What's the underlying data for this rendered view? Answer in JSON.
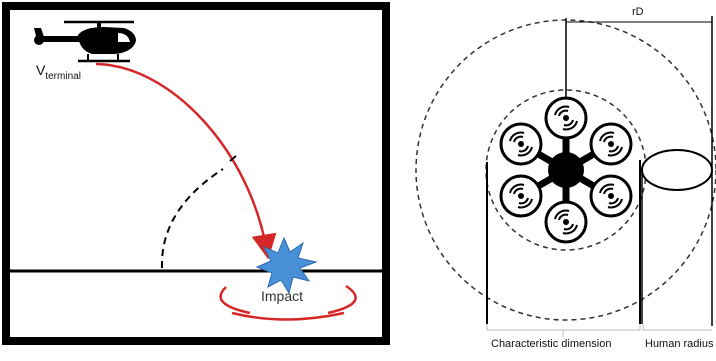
{
  "left_panel": {
    "velocity_label_main": "V",
    "velocity_label_sub": "terminal",
    "impact_label": "Impact",
    "colors": {
      "frame": "#000000",
      "trajectory": "#d62728",
      "impact_burst": "#4a90d9",
      "impact_ring": "#d62728",
      "ground": "#000000",
      "helicopter": "#000000"
    },
    "icons": [
      "helicopter-icon",
      "impact-burst-icon"
    ]
  },
  "right_panel": {
    "radius_label": "rD",
    "characteristic_label": "Characteristic dimension",
    "human_radius_label": "Human radius",
    "rotor_count": 6,
    "colors": {
      "drone": "#000000",
      "dashed_circles": "#333333",
      "human": "#000000"
    },
    "icons": [
      "hexacopter-drone-icon",
      "human-cross-section-icon"
    ]
  }
}
